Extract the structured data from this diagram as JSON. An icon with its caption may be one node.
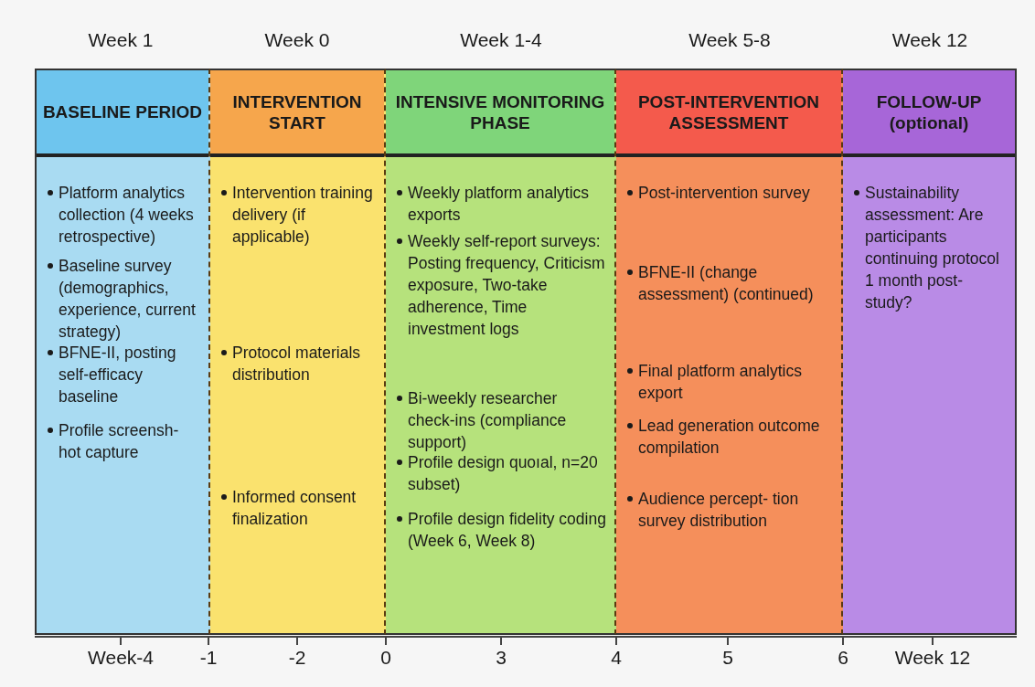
{
  "diagram": {
    "nodes": [
      {
        "text": [
          "BASELINE PERIOD",
          "Platform analytics collection (4 weeks retrospective)",
          "Baseline survey (demographics, experience, current strategy)",
          "BFNE-II, posting self-efficacy baseline",
          "Profile screensh- hot capture"
        ]
      },
      {
        "text": [
          "INTERVENTION START",
          "Intervention training delivery (if applicable)",
          "Protocol materials distribution",
          "Informed consent finalization"
        ]
      },
      {
        "text": [
          "INTENSIVE MONITORING PHASE",
          "Weekly platform analytics exports",
          "Weekly self-report surveys: Posting frequency, Criticism exposure, Two-take adherence, Time investment logs",
          "Bi-weekly researcher check-ins (compliance support)",
          "Profile design quoıal, n=20 subset)",
          "Profile design fidelity coding (Week 6, Week 8)"
        ]
      },
      {
        "text": [
          "POST-INTERVENTION ASSESSMENT",
          "Post-intervention survey",
          "BFNE-II (change assessment) (continued)",
          "Final platform analytics export",
          "Lead generation outcome compilation",
          "Audience percept- tion survey distribution"
        ]
      },
      {
        "text": [
          "FOLLOW-UP (optional)",
          "Sustainability assessment: Are participants continuing protocol 1 month post-study?"
        ]
      }
    ],
    "labels": [
      "Week 1",
      "Week 0",
      "Week 1-4",
      "Week 5-8",
      "Week 12",
      "Week-4",
      "-1",
      "-2",
      "0",
      "3",
      "4",
      "5",
      "6",
      "Week 12"
    ]
  }
}
